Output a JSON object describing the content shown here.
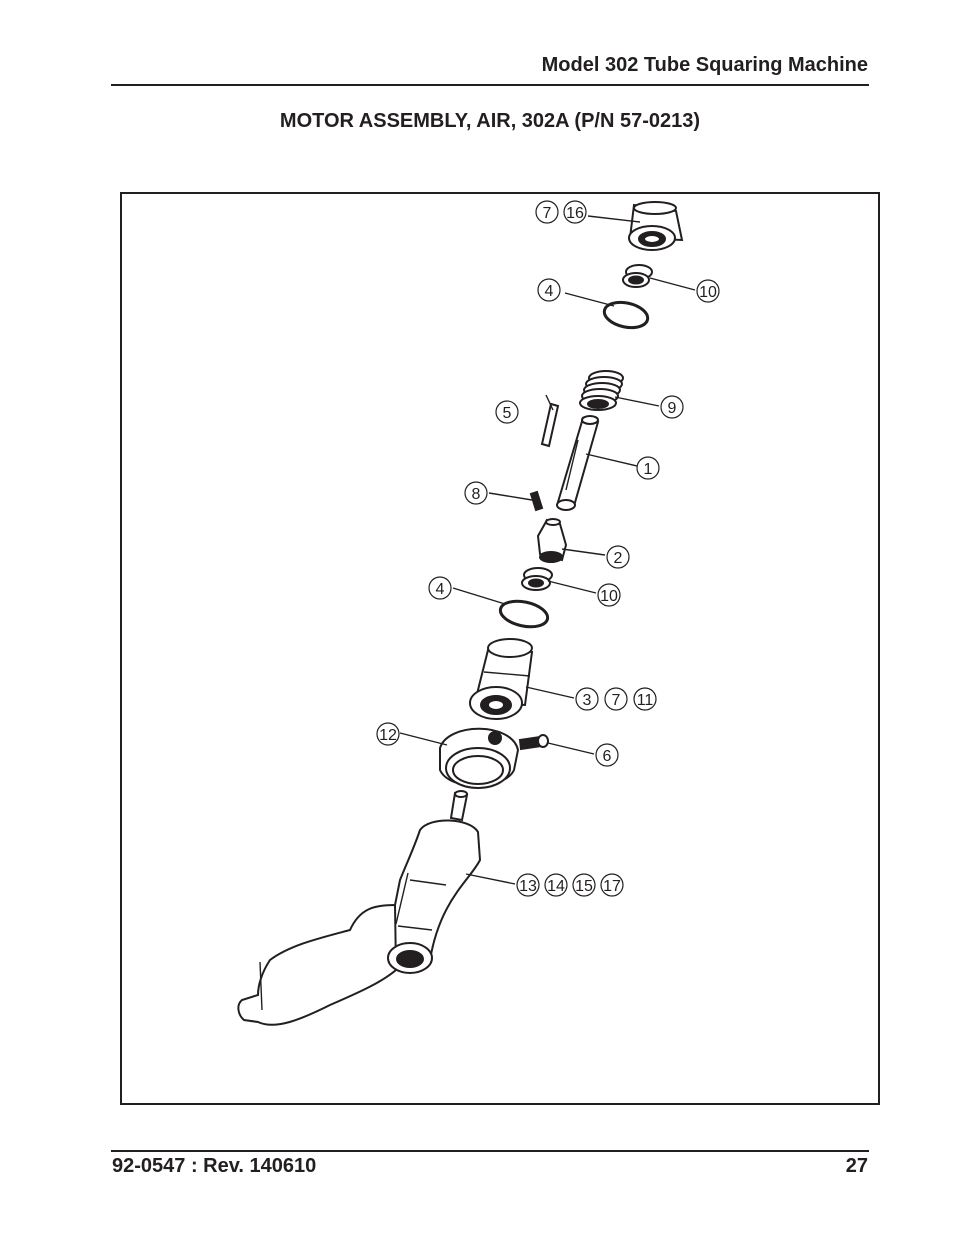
{
  "header": {
    "title": "Model 302 Tube Squaring Machine"
  },
  "section": {
    "title": "MOTOR ASSEMBLY, AIR, 302A (P/N 57-0213)"
  },
  "callouts": [
    {
      "id": "c-7a",
      "label": "7"
    },
    {
      "id": "c-16",
      "label": "16"
    },
    {
      "id": "c-4a",
      "label": "4"
    },
    {
      "id": "c-10a",
      "label": "10"
    },
    {
      "id": "c-9",
      "label": "9"
    },
    {
      "id": "c-5",
      "label": "5"
    },
    {
      "id": "c-1",
      "label": "1"
    },
    {
      "id": "c-8",
      "label": "8"
    },
    {
      "id": "c-2",
      "label": "2"
    },
    {
      "id": "c-4b",
      "label": "4"
    },
    {
      "id": "c-10b",
      "label": "10"
    },
    {
      "id": "c-3",
      "label": "3"
    },
    {
      "id": "c-7b",
      "label": "7"
    },
    {
      "id": "c-11",
      "label": "11"
    },
    {
      "id": "c-12",
      "label": "12"
    },
    {
      "id": "c-6",
      "label": "6"
    },
    {
      "id": "c-13",
      "label": "13"
    },
    {
      "id": "c-14",
      "label": "14"
    },
    {
      "id": "c-15",
      "label": "15"
    },
    {
      "id": "c-17",
      "label": "17"
    }
  ],
  "footer": {
    "doc_rev": "92-0547 : Rev. 140610",
    "page_number": "27"
  }
}
